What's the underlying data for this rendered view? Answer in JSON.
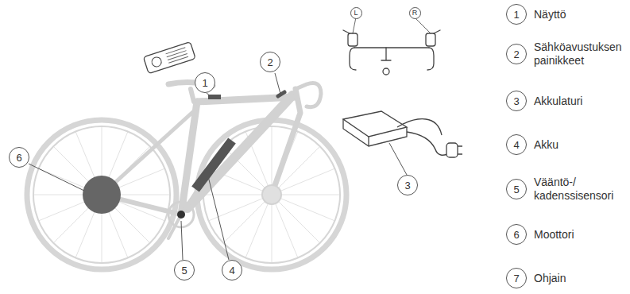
{
  "diagram": {
    "nodes": [
      {
        "text": [
          "1"
        ]
      },
      {
        "text": [
          "2"
        ]
      },
      {
        "text": [
          "L"
        ]
      },
      {
        "text": [
          "R"
        ]
      },
      {
        "text": [
          "6"
        ]
      },
      {
        "text": [
          "3"
        ]
      },
      {
        "text": [
          "5"
        ]
      },
      {
        "text": [
          "4"
        ]
      },
      {
        "text": [
          "1"
        ]
      },
      {
        "text": [
          "2"
        ]
      },
      {
        "text": [
          "3"
        ]
      },
      {
        "text": [
          "4"
        ]
      },
      {
        "text": [
          "5"
        ]
      },
      {
        "text": [
          "6"
        ]
      },
      {
        "text": [
          "7"
        ]
      }
    ],
    "labels": [
      "Näyttö",
      "Sähköavustuksen painikkeet",
      "Akkulaturi",
      "Akku",
      "Vääntö-/ kadenssisensori",
      "Moottori",
      "Ohjain"
    ]
  }
}
